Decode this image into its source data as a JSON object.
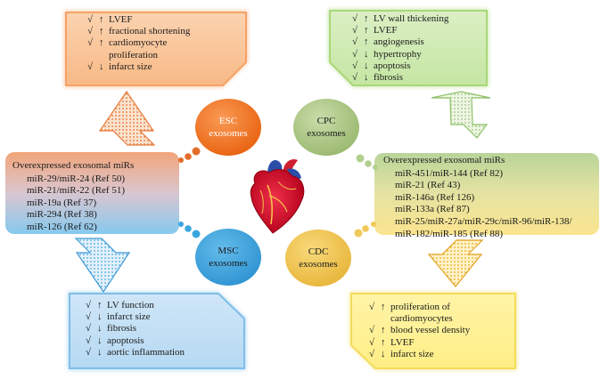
{
  "esc": {
    "name": "ESC",
    "suffix": "exosomes",
    "color": "#f0701e",
    "effects": [
      {
        "check": "√",
        "dir": "↑",
        "text": "LVEF"
      },
      {
        "check": "√",
        "dir": "↑",
        "text": "fractional shortening"
      },
      {
        "check": "√",
        "dir": "↑",
        "text": "cardiomyocyte proliferation"
      },
      {
        "check": "√",
        "dir": "↓",
        "text": "infarct size"
      }
    ]
  },
  "cpc": {
    "name": "CPC",
    "suffix": "exosomes",
    "color": "#a9c47e",
    "effects": [
      {
        "check": "√",
        "dir": "↑",
        "text": "LV wall thickening"
      },
      {
        "check": "√",
        "dir": "↑",
        "text": "LVEF"
      },
      {
        "check": "√",
        "dir": "↑",
        "text": "angiogenesis"
      },
      {
        "check": "√",
        "dir": "↓",
        "text": "hypertrophy"
      },
      {
        "check": "√",
        "dir": "↓",
        "text": "apoptosis"
      },
      {
        "check": "√",
        "dir": "↓",
        "text": "fibrosis"
      }
    ]
  },
  "msc": {
    "name": "MSC",
    "suffix": "exosomes",
    "color": "#3aa6e0",
    "effects": [
      {
        "check": "√",
        "dir": "↑",
        "text": "LV function"
      },
      {
        "check": "√",
        "dir": "↓",
        "text": "infarct size"
      },
      {
        "check": "√",
        "dir": "↓",
        "text": "fibrosis"
      },
      {
        "check": "√",
        "dir": "↓",
        "text": "apoptosis"
      },
      {
        "check": "√",
        "dir": "↓",
        "text": "aortic inflammation"
      }
    ]
  },
  "cdc": {
    "name": "CDC",
    "suffix": "exosomes",
    "color": "#f2c94c",
    "effects": [
      {
        "check": "√",
        "dir": "↑",
        "text": "proliferation of cardiomyocytes"
      },
      {
        "check": "√",
        "dir": "↑",
        "text": "blood vessel density"
      },
      {
        "check": "√",
        "dir": "↑",
        "text": "LVEF"
      },
      {
        "check": "√",
        "dir": "↓",
        "text": "infarct size"
      }
    ]
  },
  "left_mirs": {
    "header": "Overexpressed exosomal miRs",
    "items": [
      "miR-29/miR-24 (Ref 50)",
      "miR-21/miR-22 (Ref 51)",
      "miR-19a (Ref 37)",
      "miR-294 (Ref 38)",
      "miR-126 (Ref 62)"
    ]
  },
  "right_mirs": {
    "header": "Overexpressed exosomal miRs",
    "items": [
      "miR-451/miR-144 (Ref 82)",
      "miR-21 (Ref 43)",
      "miR-146a (Ref 126)",
      "miR-133a (Ref 87)",
      "miR-25/miR-27a/miR-29c/miR-96/miR-138/ miR-182/miR-185 (Ref 88)"
    ]
  },
  "heart_icon": "heart-icon"
}
